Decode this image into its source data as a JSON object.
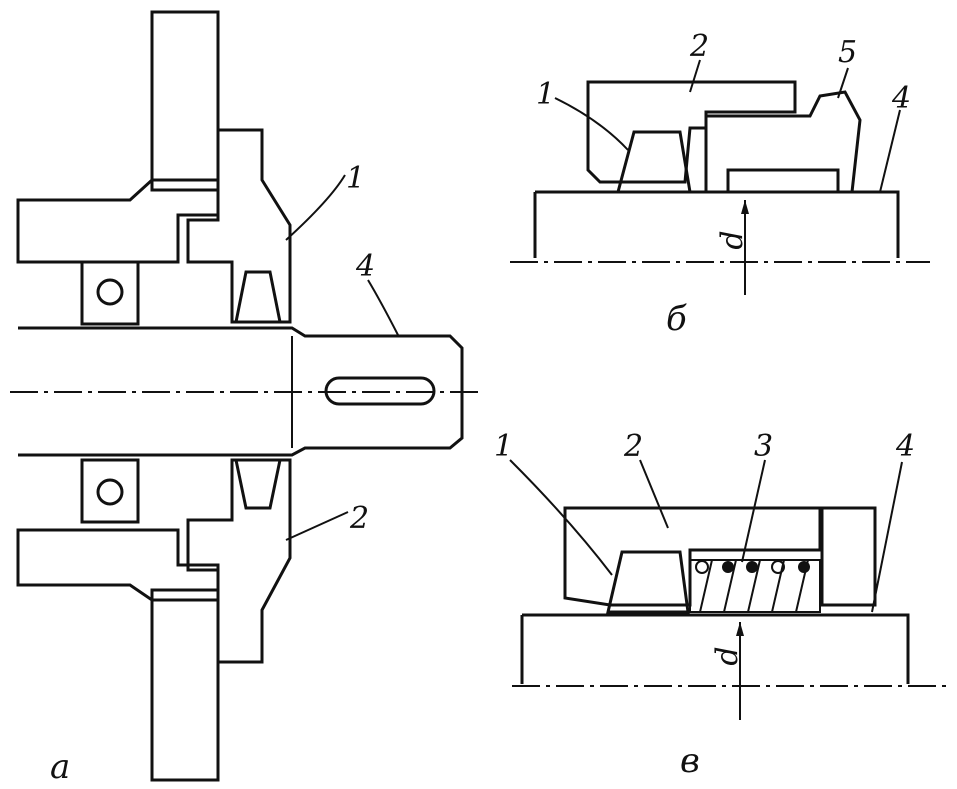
{
  "figure": {
    "panels": [
      {
        "id": "a",
        "caption": "a",
        "callouts": [
          {
            "label": "1",
            "part": "seal"
          },
          {
            "label": "2",
            "part": "housing-cap"
          },
          {
            "label": "4",
            "part": "shaft"
          }
        ]
      },
      {
        "id": "b",
        "caption": "б",
        "callouts": [
          {
            "label": "1",
            "part": "seal"
          },
          {
            "label": "2",
            "part": "housing"
          },
          {
            "label": "5",
            "part": "pressure-sleeve"
          },
          {
            "label": "4",
            "part": "shaft"
          }
        ],
        "dimension": "d"
      },
      {
        "id": "c",
        "caption": "в",
        "callouts": [
          {
            "label": "1",
            "part": "seal"
          },
          {
            "label": "2",
            "part": "housing"
          },
          {
            "label": "3",
            "part": "spring"
          },
          {
            "label": "4",
            "part": "shaft"
          }
        ],
        "dimension": "d"
      }
    ]
  },
  "colors": {
    "ink": "#111111",
    "hatch": "#222222",
    "seal": "#333333",
    "paper": "#ffffff"
  }
}
